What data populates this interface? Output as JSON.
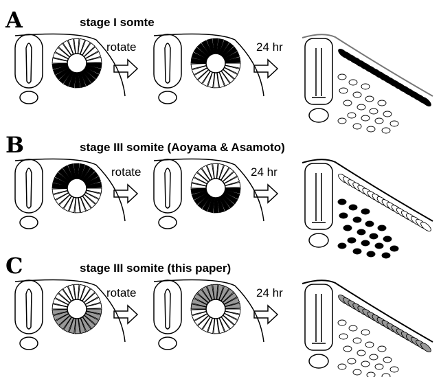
{
  "panels": [
    {
      "letter": "A",
      "title": "stage I somte",
      "steps": [
        "rotate",
        "24 hr"
      ],
      "colors": {
        "before_inner": "#000000",
        "before_outer": "#ffffff",
        "after_inner": "#ffffff",
        "after_outer": "#000000",
        "border": "#777777"
      }
    },
    {
      "letter": "B",
      "title": "stage III somite (Aoyama & Asamoto)",
      "steps": [
        "rotate",
        "24 hr"
      ],
      "colors": {
        "before_inner": "#ffffff",
        "before_outer": "#000000",
        "after_inner": "#000000",
        "after_outer": "#ffffff",
        "border": "#000000"
      }
    },
    {
      "letter": "C",
      "title": "stage III somite (this paper)",
      "steps": [
        "rotate",
        "24 hr"
      ],
      "colors": {
        "before_inner": "#999999",
        "before_outer": "#ffffff",
        "after_inner": "#ffffff",
        "after_outer": "#999999",
        "border": "#000000"
      }
    }
  ]
}
